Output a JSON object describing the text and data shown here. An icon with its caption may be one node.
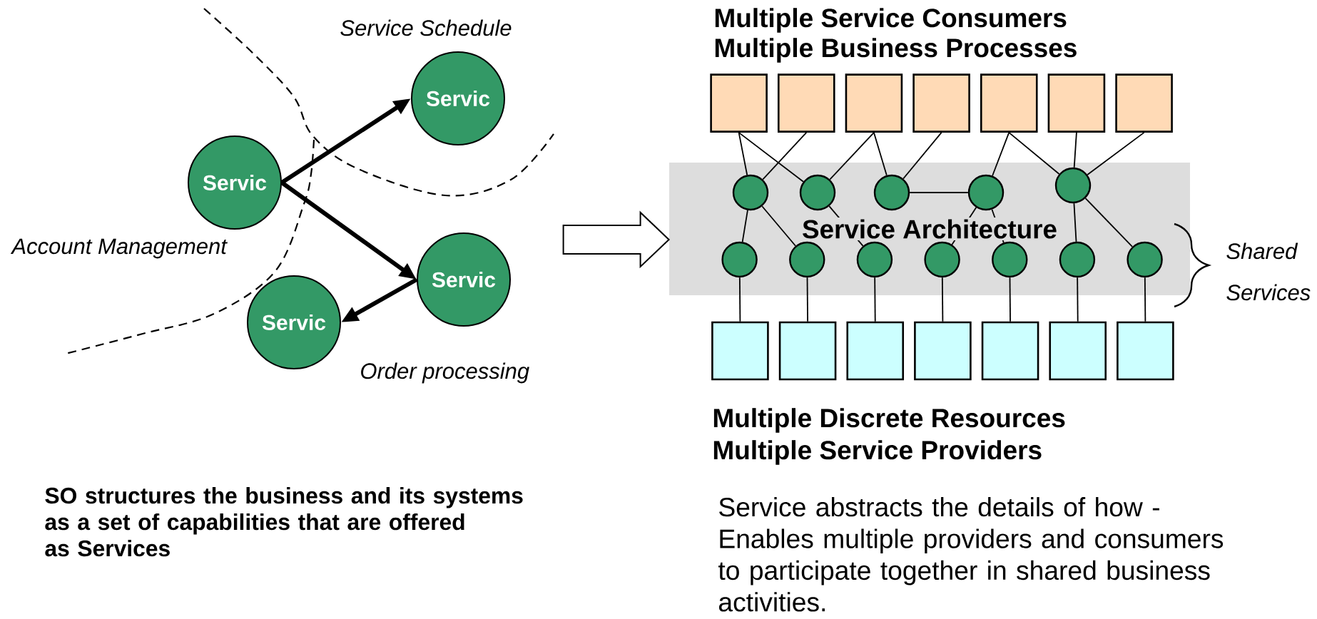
{
  "diagram": {
    "nodes": [
      {
        "text": [
          "Servic"
        ]
      },
      {
        "text": [
          "Servic"
        ]
      },
      {
        "text": [
          "Servic"
        ]
      },
      {
        "text": [
          "Servic"
        ]
      },
      {
        "text": [],
        "shape": "box"
      },
      {
        "text": [],
        "shape": "box"
      },
      {
        "text": [],
        "shape": "box"
      },
      {
        "text": [],
        "shape": "box"
      },
      {
        "text": [],
        "shape": "box"
      },
      {
        "text": [],
        "shape": "box"
      },
      {
        "text": [],
        "shape": "box"
      },
      {
        "text": [
          "Service Architecture"
        ]
      },
      {
        "text": [],
        "shape": "circle",
        "in": 11
      },
      {
        "text": [],
        "shape": "circle",
        "in": 11
      },
      {
        "text": [],
        "shape": "circle",
        "in": 11
      },
      {
        "text": [],
        "shape": "circle",
        "in": 11
      },
      {
        "text": [],
        "shape": "circle",
        "in": 11
      },
      {
        "text": [],
        "shape": "circle",
        "in": 11
      },
      {
        "text": [],
        "shape": "circle",
        "in": 11
      },
      {
        "text": [],
        "shape": "circle",
        "in": 11
      },
      {
        "text": [],
        "shape": "circle",
        "in": 11
      },
      {
        "text": [],
        "shape": "circle",
        "in": 11
      },
      {
        "text": [],
        "shape": "circle",
        "in": 11
      },
      {
        "text": [],
        "shape": "circle",
        "in": 11
      },
      {
        "text": [],
        "shape": "box"
      },
      {
        "text": [],
        "shape": "box"
      },
      {
        "text": [],
        "shape": "box"
      },
      {
        "text": [],
        "shape": "box"
      },
      {
        "text": [],
        "shape": "box"
      },
      {
        "text": [],
        "shape": "box"
      },
      {
        "text": [],
        "shape": "box"
      }
    ],
    "edges": [
      {
        "from": 0,
        "to": 1,
        "arrow": "to",
        "style": "thick"
      },
      {
        "from": 0,
        "to": 2,
        "arrow": "to",
        "style": "thick"
      },
      {
        "from": 2,
        "to": 3,
        "arrow": "to",
        "style": "thick"
      },
      {
        "from": null,
        "to": 11,
        "arrow": "to"
      },
      {
        "from": 4,
        "to": 12,
        "arrow": "none"
      },
      {
        "from": 4,
        "to": 13,
        "arrow": "none"
      },
      {
        "from": 5,
        "to": 12,
        "arrow": "none"
      },
      {
        "from": 6,
        "to": 13,
        "arrow": "none"
      },
      {
        "from": 6,
        "to": 14,
        "arrow": "none"
      },
      {
        "from": 7,
        "to": 14,
        "arrow": "none"
      },
      {
        "from": 8,
        "to": 15,
        "arrow": "none"
      },
      {
        "from": 8,
        "to": 16,
        "arrow": "none"
      },
      {
        "from": 9,
        "to": 16,
        "arrow": "none"
      },
      {
        "from": 10,
        "to": 16,
        "arrow": "none"
      },
      {
        "from": 14,
        "to": 15,
        "arrow": "none"
      },
      {
        "from": 12,
        "to": 17,
        "arrow": "none"
      },
      {
        "from": 12,
        "to": 18,
        "arrow": "none"
      },
      {
        "from": 13,
        "to": 19,
        "arrow": "none"
      },
      {
        "from": 15,
        "to": 20,
        "arrow": "none"
      },
      {
        "from": 15,
        "to": 21,
        "arrow": "none"
      },
      {
        "from": 16,
        "to": 22,
        "arrow": "none"
      },
      {
        "from": 16,
        "to": 23,
        "arrow": "none"
      },
      {
        "from": 17,
        "to": 24,
        "arrow": "none"
      },
      {
        "from": 18,
        "to": 25,
        "arrow": "none"
      },
      {
        "from": 19,
        "to": 26,
        "arrow": "none"
      },
      {
        "from": 20,
        "to": 27,
        "arrow": "none"
      },
      {
        "from": 21,
        "to": 28,
        "arrow": "none"
      },
      {
        "from": 22,
        "to": 29,
        "arrow": "none"
      },
      {
        "from": 23,
        "to": 30,
        "arrow": "none"
      }
    ],
    "labels": [
      "Service Schedule",
      "Account Management",
      "Order processing",
      "Multiple Service Consumers",
      "Multiple Business Processes",
      "Shared Services",
      "Multiple Discrete Resources",
      "Multiple Service Providers",
      "SO structures the business and its systems as a set of capabilities that are offered as Services",
      "Service abstracts the details of how - Enables multiple providers and consumers to participate together in shared business activities."
    ]
  }
}
